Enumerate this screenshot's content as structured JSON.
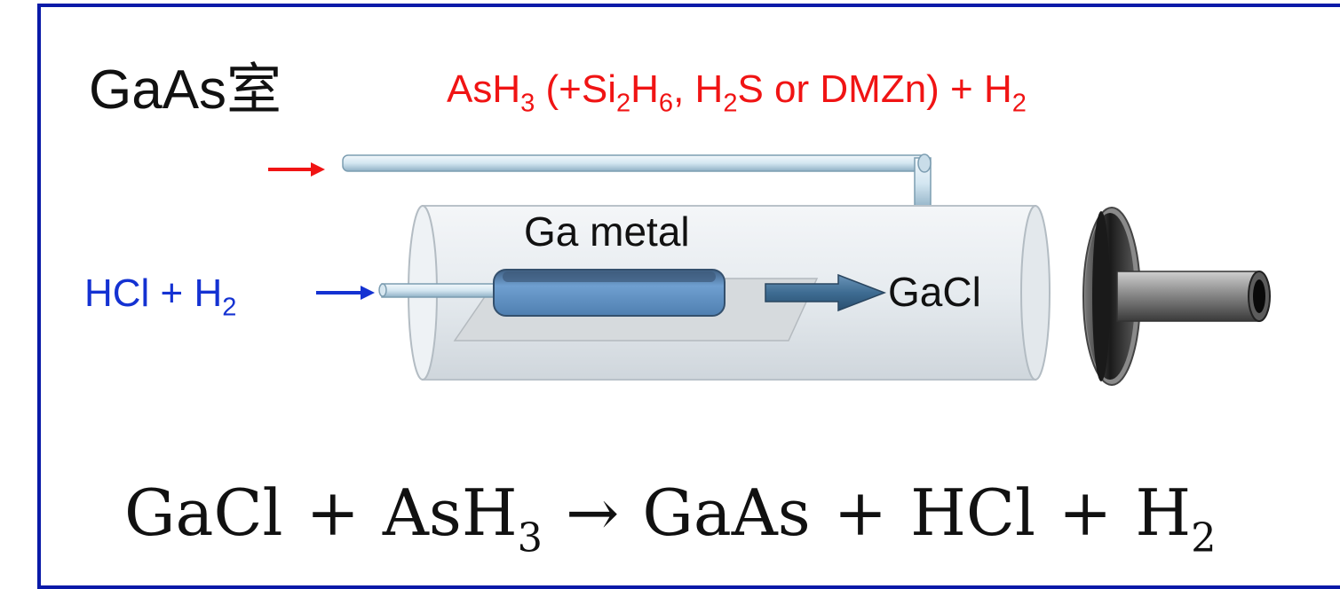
{
  "title": "GaAs室",
  "gas_input": {
    "parts": [
      {
        "t": "AsH",
        "s": false
      },
      {
        "t": "3",
        "s": true
      },
      {
        "t": " (+Si",
        "s": false
      },
      {
        "t": "2",
        "s": true
      },
      {
        "t": "H",
        "s": false
      },
      {
        "t": "6",
        "s": true
      },
      {
        "t": ", H",
        "s": false
      },
      {
        "t": "2",
        "s": true
      },
      {
        "t": "S or DMZn) + H",
        "s": false
      },
      {
        "t": "2",
        "s": true
      }
    ],
    "color": "#f01414"
  },
  "hcl_input": {
    "main": "HCl + H",
    "sub": "2",
    "color": "#1432d2"
  },
  "labels": {
    "ga_metal": "Ga metal",
    "gacl": "GaCl"
  },
  "equation": {
    "term1": "GaCl",
    "plus1": "+",
    "term2_main": "AsH",
    "term2_sub": "3",
    "arrow": "→",
    "term3": "GaAs",
    "plus2": "+",
    "term4": "HCl",
    "plus3": "+",
    "term5_main": "H",
    "term5_sub": "2"
  },
  "colors": {
    "frame": "#0a1aa8",
    "gas_arrow": "#f01414",
    "hcl_arrow": "#1432d2",
    "ga_metal": "#5f8fc4",
    "flow_arrow": "#3e6c92",
    "flange": "#222222",
    "tube_glass": "#e9eef2"
  }
}
